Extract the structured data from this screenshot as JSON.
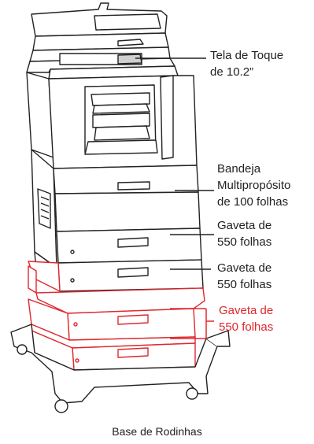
{
  "colors": {
    "ink": "#222222",
    "accent": "#e0282e",
    "background": "#ffffff"
  },
  "labels": {
    "touchscreen": [
      "Tela de Toque",
      "de 10.2”"
    ],
    "multipurpose_tray": [
      "Bandeja",
      "Multipropósito",
      "de 100 folhas"
    ],
    "drawer_1": [
      "Gaveta de",
      "550 folhas"
    ],
    "drawer_2": [
      "Gaveta de",
      "550 folhas"
    ],
    "drawer_optional": [
      "Gaveta de",
      "550 folhas"
    ],
    "caster_base": "Base de Rodinhas"
  }
}
